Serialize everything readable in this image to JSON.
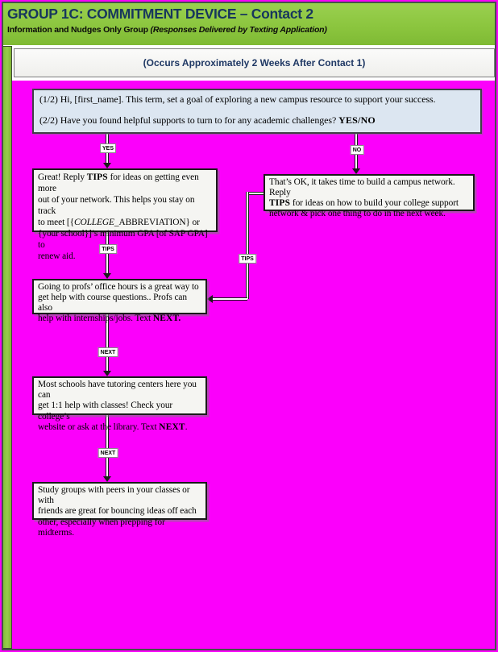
{
  "header": {
    "title": "GROUP 1C: COMMITMENT DEVICE – Contact 2",
    "subtitle_plain": "Information and Nudges Only Group ",
    "subtitle_italic": "(Responses Delivered by Texting Application)"
  },
  "occurs_banner": "(Occurs Approximately 2 Weeks After Contact 1)",
  "message_box": {
    "line1": "(1/2) Hi, [first_name]. This term, set a goal of exploring a new campus resource to support your success.",
    "line2_pre": "(2/2) Have you found helpful supports to turn to for any academic challenges? ",
    "line2_bold": "YES/NO"
  },
  "connector_labels": {
    "yes": "YES",
    "no": "NO",
    "tips": "TIPS",
    "next": "NEXT"
  },
  "yes_box": {
    "s1": "Great! Reply ",
    "s2_bold": "TIPS",
    "s3": " for ideas on getting even more\nout of your network. This helps you stay on track\nto meet [{",
    "s4_italic": "COLLEGE",
    "s5": "_ABBREVIATION} or\n{your school}]’s minimum GPA [of SAP GPA] to\nrenew aid."
  },
  "no_box": {
    "s1": "That’s OK, it takes time to build a campus network. Reply\n",
    "s2_bold": "TIPS",
    "s3": " for ideas on how to build your college support\nnetwork & pick one thing to do in the next week."
  },
  "office_box": {
    "s1": "Going to profs’ office hours is a great way to\nget help with course questions.. Profs can also\nhelp with internships/jobs. Text ",
    "s2_bold": "NEXT."
  },
  "tutoring_box": {
    "s1": "Most schools have tutoring centers here you can\nget 1:1 help with classes! Check your college’s\nwebsite or ask at the library. Text ",
    "s2_bold": "NEXT",
    "s3": "."
  },
  "study_box": {
    "s1": "Study groups with peers in your classes or with\nfriends are great for bouncing ideas off each\nother, especially when prepping for midterms."
  },
  "colors": {
    "background_magenta": "#fb00fb",
    "header_green": "#8cc63f",
    "title_navy": "#17365d",
    "banner_navy": "#1f3864",
    "message_box_blue": "#dce6f1"
  }
}
